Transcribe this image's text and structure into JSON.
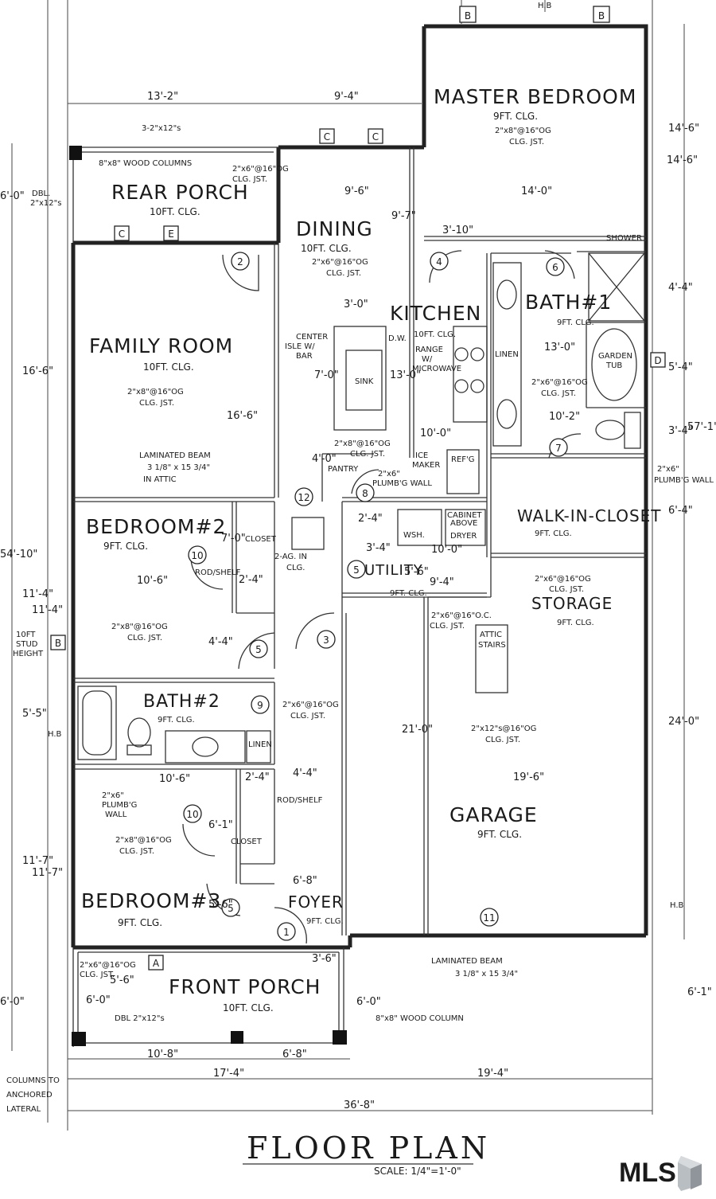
{
  "rooms": {
    "master_bedroom": {
      "name": "MASTER BEDROOM",
      "ceiling": "9FT. CLG.",
      "joist_1": "2\"x8\"@16\"OG",
      "joist_2": "CLG. JST.",
      "width": "14'-0\"",
      "depth": "14'-6\""
    },
    "rear_porch": {
      "name": "REAR PORCH",
      "ceiling": "10FT. CLG.",
      "joist_1": "2\"x6\"@16\"OG",
      "joist_2": "CLG. JST."
    },
    "dining": {
      "name": "DINING",
      "ceiling": "10FT. CLG.",
      "joist_1": "2\"x6\"@16\"OG",
      "joist_2": "CLG. JST.",
      "width": "9'-6\"",
      "depth": "9'-7\""
    },
    "kitchen": {
      "name": "KITCHEN",
      "ceiling": "10FT. CLG.",
      "width": "3'-0\"",
      "depth": "13'-0\"",
      "width2": "10'-0\""
    },
    "family_room": {
      "name": "FAMILY ROOM",
      "ceiling": "10FT. CLG.",
      "joist_1": "2\"x8\"@16\"OG",
      "joist_2": "CLG. JST.",
      "width": "16'-6\"",
      "depth": "16'-6\""
    },
    "bath1": {
      "name": "BATH#1",
      "ceiling": "9FT. CLG.",
      "depth": "13'-0\"",
      "joist_1": "2\"x6\"@16\"OG",
      "joist_2": "CLG. JST."
    },
    "walk_in_closet": {
      "name": "WALK-IN-CLOSET",
      "ceiling": "9FT. CLG.",
      "width": "10'-2\""
    },
    "bedroom2": {
      "name": "BEDROOM#2",
      "ceiling": "9FT. CLG.",
      "width": "10'-6\"",
      "joist_1": "2\"x8\"@16\"OG",
      "joist_2": "CLG. JST.",
      "depth": "11'-4\""
    },
    "utility": {
      "name": "UTILITY",
      "ceiling": "9FT. CLG.",
      "width": "9'-4\""
    },
    "storage": {
      "name": "STORAGE",
      "ceiling": "9FT. CLG.",
      "joist_1": "2\"x6\"@16\"OG",
      "joist_2": "CLG. JST."
    },
    "bath2": {
      "name": "BATH#2",
      "ceiling": "9FT. CLG.",
      "joist_1": "2\"x6\"@16\"OG",
      "joist_2": "CLG. JST."
    },
    "garage": {
      "name": "GARAGE",
      "ceiling": "9FT. CLG.",
      "joist_1": "2\"x12\"s@16\"OG",
      "joist_2": "CLG. JST.",
      "width": "19'-6\"",
      "depth": "21'-0\""
    },
    "bedroom3": {
      "name": "BEDROOM#3",
      "ceiling": "9FT. CLG.",
      "width": "10'-6\"",
      "joist_1": "2\"x8\"@16\"OG",
      "joist_2": "CLG. JST.",
      "depth": "11'-7\""
    },
    "foyer": {
      "name": "FOYER",
      "ceiling": "9FT. CLG.",
      "width": "6'-8\""
    },
    "front_porch": {
      "name": "FRONT PORCH",
      "ceiling": "10FT. CLG."
    }
  },
  "fixtures": {
    "sink": "SINK",
    "dw": "D.W.",
    "range": "RANGE",
    "range2": "W/",
    "range3": "MICROWAVE",
    "refg": "REF'G",
    "ice": "ICE",
    "ice2": "MAKER",
    "pantry": "PANTRY",
    "linen": "LINEN",
    "linen2": "LINEN",
    "garden_tub": "GARDEN",
    "garden_tub2": "TUB",
    "shower": "SHOWER",
    "wsh": "WSH.",
    "dryer": "DRYER",
    "cabinet": "CABINET",
    "cabinet2": "ABOVE",
    "attic": "ATTIC",
    "attic2": "STAIRS",
    "island": "CENTER",
    "island2": "ISLE W/",
    "island3": "BAR",
    "closet": "CLOSET",
    "closet2": "CLOSET",
    "rod": "ROD/SHELF",
    "rod2": "ROD/SHELF",
    "attic_access": "2-AG. IN",
    "attic_access2": "CLG.",
    "plumb_wall": "2\"x6\"",
    "plumb_wall2": "PLUMB'G WALL",
    "plumb_b3": "2\"x6\"",
    "plumb_b3b": "PLUMB'G",
    "plumb_b3c": "WALL",
    "plumb_r": "2\"x6\"",
    "plumb_r2": "PLUMB'G WALL",
    "stud": "10FT",
    "stud2": "STUD",
    "stud3": "HEIGHT"
  },
  "notes": {
    "columns": "3-2\"x12\"s",
    "wood_cols": "8\"x8\" WOOD COLUMNS",
    "dbl": "DBL.",
    "dbl2": "2\"x12\"s",
    "beam_title": "LAMINATED BEAM",
    "beam_size": "3 1/8\" x 15 3/4\"",
    "beam_attic": "IN ATTIC",
    "beam2_title": "LAMINATED BEAM",
    "beam2_size": "3 1/8\" x 15 3/4\"",
    "wood_col2": "8\"x8\" WOOD COLUMN",
    "dbl_front": "DBL 2\"x12\"s",
    "col_note": "COLUMNS TO",
    "col_note2": "ANCHORED",
    "col_note3": "LATERAL",
    "hb1": "H.B",
    "hb2": "H.B",
    "hb3": "H.B",
    "util_jst": "2\"x6\"@16\"O.C.",
    "util_jst2": "CLG. JST.",
    "pantry_jst": "2\"x8\"@16\"OG",
    "pantry_jst2": "CLG. JST.",
    "front_jst": "2\"x6\"@16\"OG",
    "front_jst2": "CLG. JST."
  },
  "dimensions": {
    "top_a": "13'-2\"",
    "top_b": "9'-4\"",
    "dining_w": "9'-6\"",
    "d3_10": "3'-10\"",
    "mb_w": "14'-0\"",
    "left_a": "16'-6\"",
    "left_b": "11'-4\"",
    "left_c": "5'-5\"",
    "left_d": "11'-7\"",
    "left_e": "6'-0\"",
    "left_top": "6'-0\"",
    "left_total": "54'-10\"",
    "right_a": "14'-6\"",
    "right_b": "4'-4\"",
    "right_c": "5'-4\"",
    "right_d": "3'-4\"",
    "right_e": "6'-4\"",
    "right_f": "24'-0\"",
    "right_total": "57'-1\"",
    "right_g": "6'-1\"",
    "bottom_a": "10'-8\"",
    "bottom_b": "6'-8\"",
    "bottom_c": "17'-4\"",
    "bottom_d": "19'-4\"",
    "bottom_total": "36'-8\"",
    "porch_w": "5'-6\"",
    "porch_d": "6'-0\"",
    "porch_d2": "6'-0\"",
    "foyer_d": "3'-6\"",
    "hall_w": "4'-4\"",
    "util_d": "3'-4\"",
    "pantry_d": "2'-4\"",
    "pantry_h": "4'-0\"",
    "island_w": "7'-0\"",
    "b2_close": "2'-4\"",
    "b2_close2": "7'-0\"",
    "b2_d": "4'-4\"",
    "b3_c": "2'-4\"",
    "b3_c2": "6'-1\"",
    "b3_d": "5'-6\"",
    "util_w2": "10'-0\"",
    "util_h": "5'-6\""
  },
  "markers": [
    "B",
    "B",
    "C",
    "C",
    "C",
    "E",
    "D",
    "B",
    "A"
  ],
  "door_numbers": [
    "1",
    "2",
    "3",
    "4",
    "5",
    "5",
    "5",
    "6",
    "7",
    "8",
    "9",
    "10",
    "10",
    "11",
    "12"
  ],
  "title": "FLOOR PLAN",
  "scale": "SCALE: 1/4\"=1'-0\"",
  "logo": "MLS"
}
